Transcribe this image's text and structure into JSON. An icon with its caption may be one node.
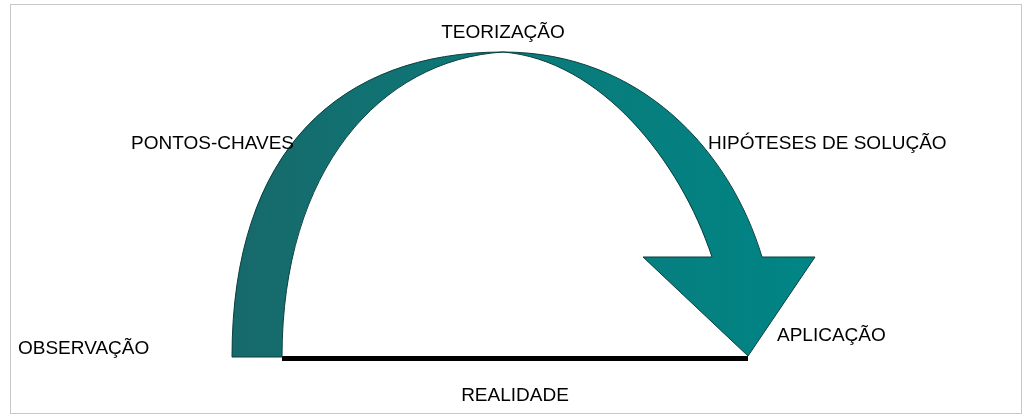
{
  "diagram": {
    "nodes": [
      {
        "text": [
          "OBSERVAÇÃO"
        ]
      },
      {
        "text": [
          "APLICAÇÃO"
        ]
      }
    ],
    "edges": [
      {
        "from": 0,
        "to": 1,
        "arrow": "to"
      }
    ],
    "labels": [
      "TEORIZAÇÃO",
      "PONTOS-CHAVES",
      "HIPÓTESES DE SOLUÇÃO",
      "REALIDADE"
    ]
  }
}
